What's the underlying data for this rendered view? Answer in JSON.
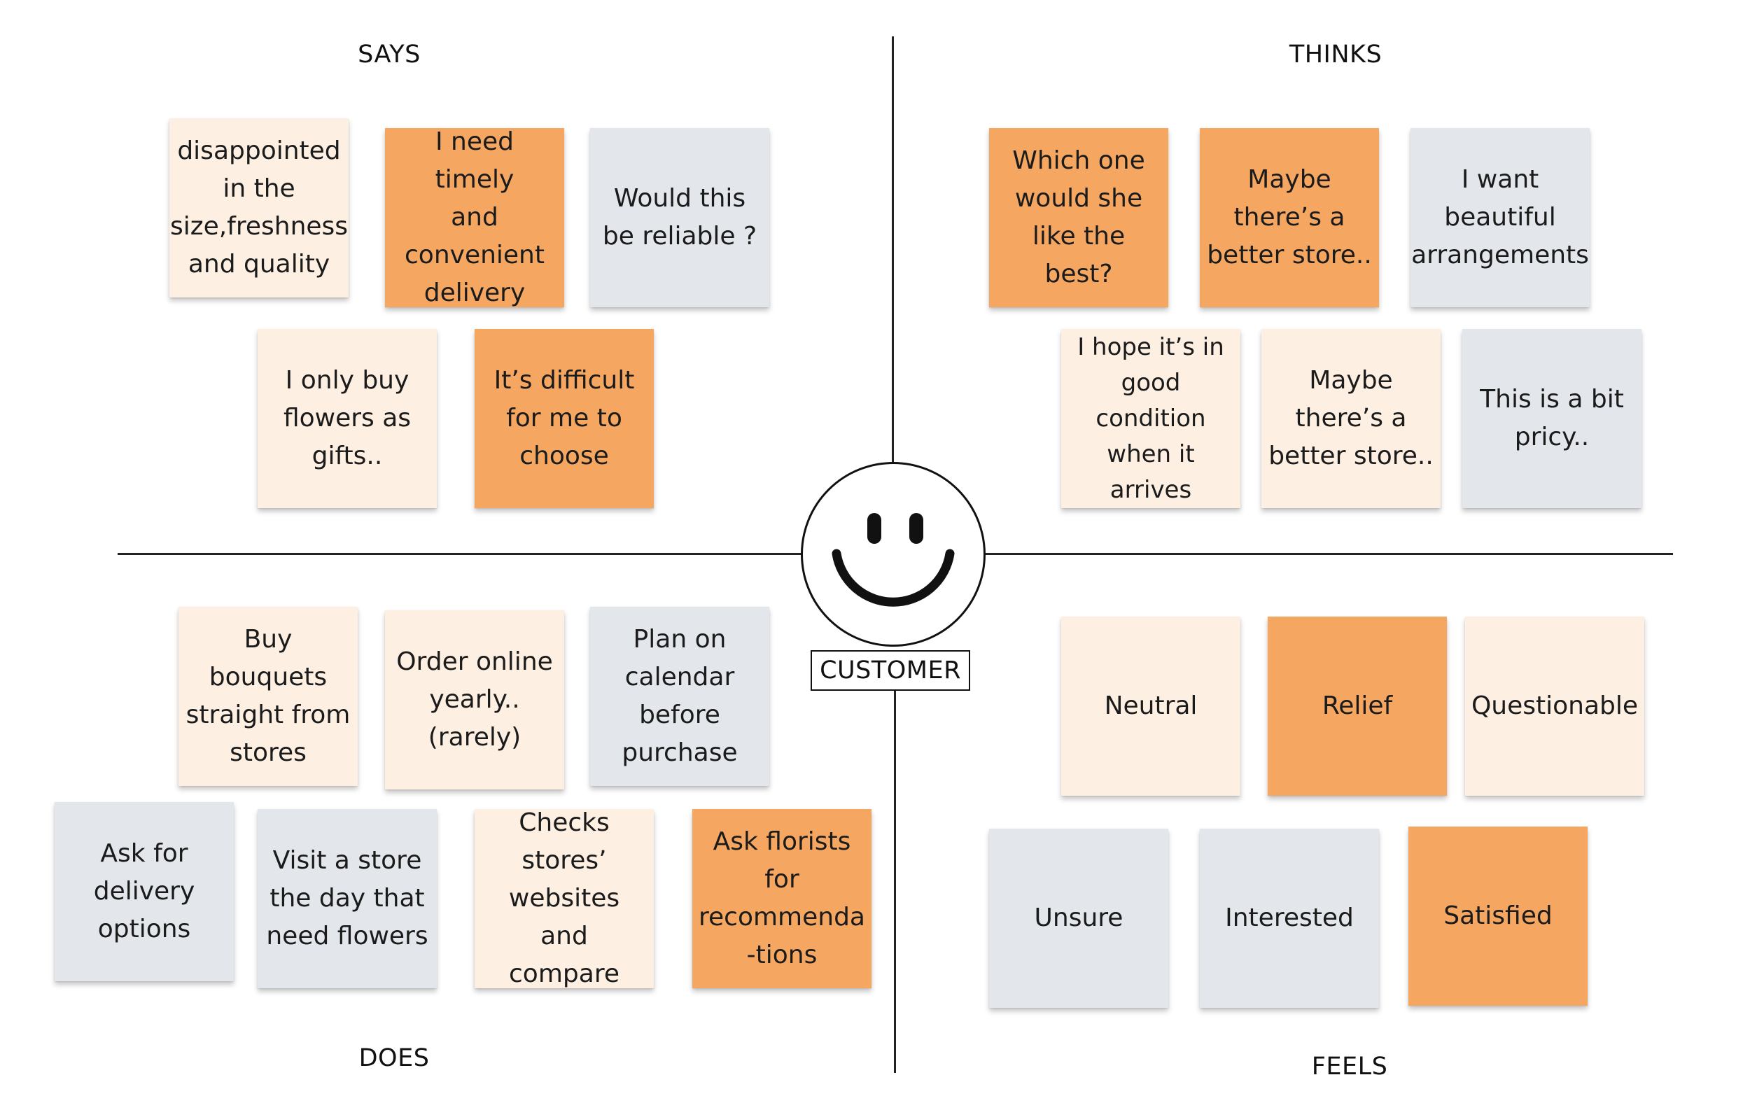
{
  "colors": {
    "orange": "#f5a762",
    "cream": "#fdefe2",
    "grey": "#e3e7eb",
    "axis": "#222222"
  },
  "center": {
    "label": "CUSTOMER",
    "icon": "smiley-face-icon"
  },
  "quadrants": {
    "says": {
      "label": "SAYS",
      "notes": [
        {
          "text": "disappointed\nin the\nsize,freshness\nand quality",
          "color": "cream"
        },
        {
          "text": "I need timely\nand\nconvenient\ndelivery",
          "color": "orange"
        },
        {
          "text": "Would this\nbe reliable ?",
          "color": "grey"
        },
        {
          "text": "I only buy\nflowers as\ngifts..",
          "color": "cream"
        },
        {
          "text": "It’s difficult\nfor me to\nchoose",
          "color": "orange"
        }
      ]
    },
    "thinks": {
      "label": "THINKS",
      "notes": [
        {
          "text": "Which one\nwould she\nlike the best?",
          "color": "orange"
        },
        {
          "text": "Maybe\nthere’s a\nbetter store..",
          "color": "orange"
        },
        {
          "text": "I want\nbeautiful\narrangements",
          "color": "grey"
        },
        {
          "text": "I hope it’s in\ngood\ncondition\nwhen it arrives",
          "color": "cream"
        },
        {
          "text": "Maybe\nthere’s a\nbetter store..",
          "color": "cream"
        },
        {
          "text": "This is a bit\npricy..",
          "color": "grey"
        }
      ]
    },
    "does": {
      "label": "DOES",
      "notes": [
        {
          "text": "Buy bouquets\nstraight from\nstores",
          "color": "cream"
        },
        {
          "text": "Order online\nyearly..\n(rarely)",
          "color": "cream"
        },
        {
          "text": "Plan on\ncalendar\nbefore\npurchase",
          "color": "grey"
        },
        {
          "text": "Ask for\ndelivery\noptions",
          "color": "grey"
        },
        {
          "text": "Visit a store\nthe day that\nneed flowers",
          "color": "grey"
        },
        {
          "text": "Checks\nstores’\nwebsites and\ncompare",
          "color": "cream"
        },
        {
          "text": "Ask florists\nfor\nrecommenda\n-tions",
          "color": "orange"
        }
      ]
    },
    "feels": {
      "label": "FEELS",
      "notes": [
        {
          "text": "Neutral",
          "color": "cream"
        },
        {
          "text": "Relief",
          "color": "orange"
        },
        {
          "text": "Questionable",
          "color": "cream"
        },
        {
          "text": "Unsure",
          "color": "grey"
        },
        {
          "text": "Interested",
          "color": "grey"
        },
        {
          "text": "Satisfied",
          "color": "orange"
        }
      ]
    }
  }
}
